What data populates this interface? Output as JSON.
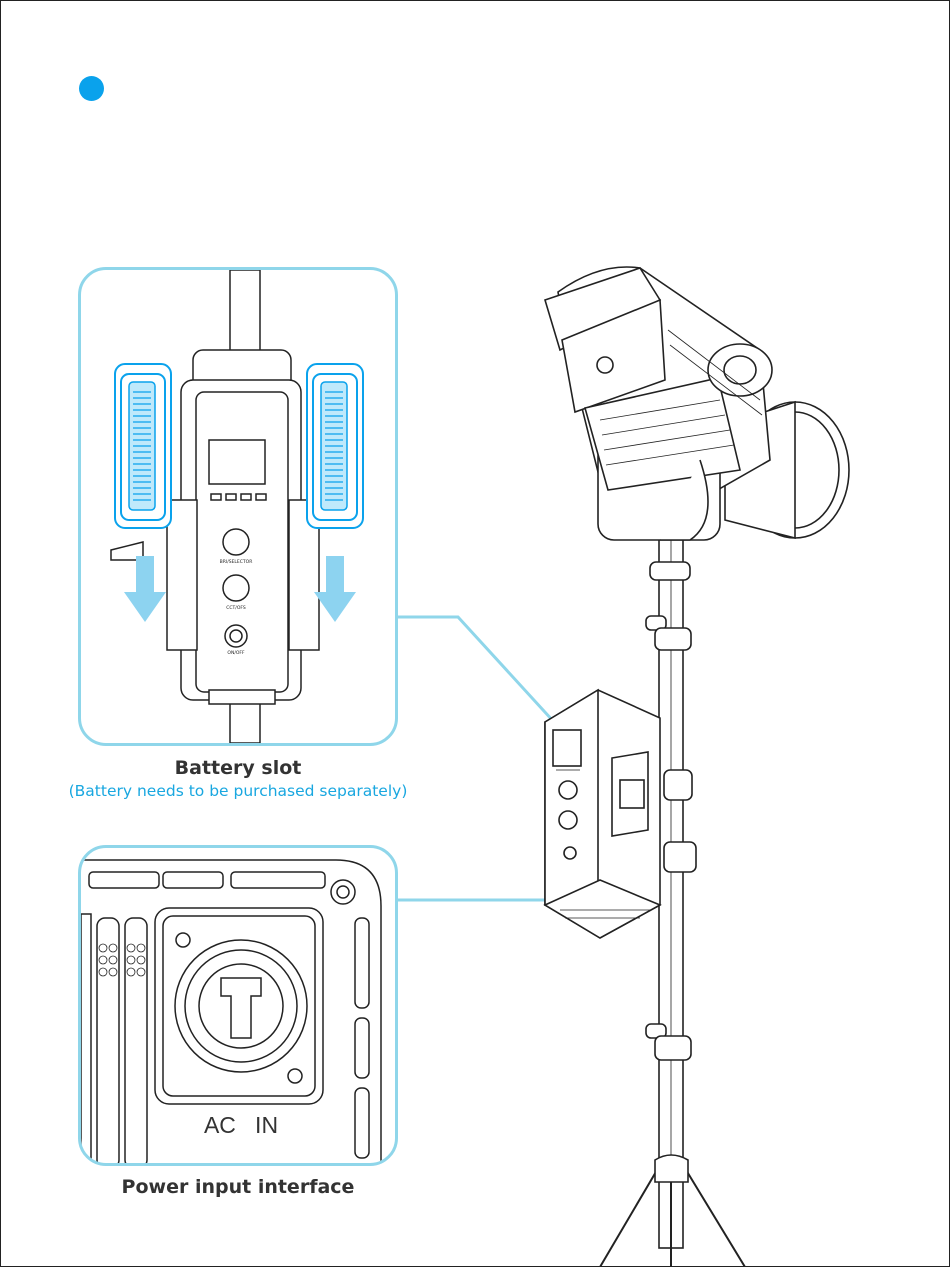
{
  "colors": {
    "accent": "#0aa2ec",
    "panel_border": "#8fd6ea",
    "arrow": "#8dd3f0",
    "caption_text": "#333333",
    "note_text": "#19a7e0"
  },
  "battery_panel": {
    "title": "Battery slot",
    "note": "(Battery needs to be purchased separately)",
    "button_labels": [
      "BRI/SELECTOR",
      "CCT/OFS",
      "ON/OFF"
    ]
  },
  "power_panel": {
    "title": "Power input interface",
    "connector_label": "AC   IN"
  },
  "icons": [
    "step-bullet-icon",
    "down-arrow-icon",
    "light-stand-illustration",
    "ac-in-connector-icon"
  ]
}
